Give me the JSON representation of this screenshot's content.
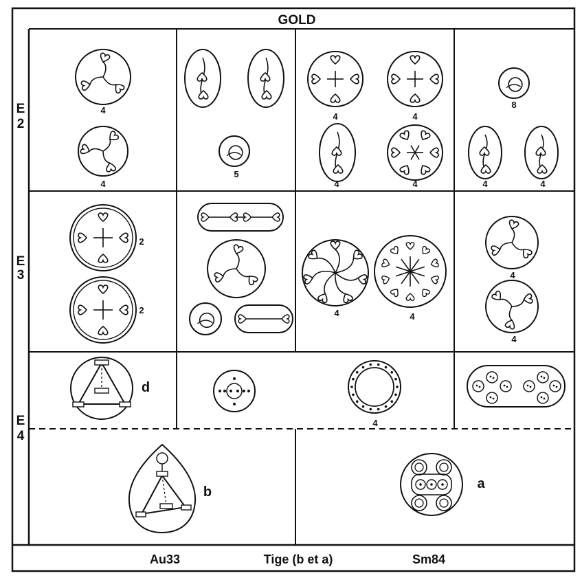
{
  "header": {
    "title": "GOLD"
  },
  "row_labels": {
    "e2": [
      "E",
      "2"
    ],
    "e3": [
      "E",
      "3"
    ],
    "e4": [
      "E",
      "4"
    ]
  },
  "row_e2": {
    "col1": {
      "top_count": "4",
      "bottom_count": "4"
    },
    "col2": {
      "center_count": "5"
    },
    "col3": {
      "top_left_count": "4",
      "top_right_count": "4",
      "bottom_left_count": "4",
      "bottom_right_count": "4"
    },
    "col4": {
      "top_count": "8",
      "bottom_left_count": "4",
      "bottom_right_count": "4"
    }
  },
  "row_e3": {
    "col1": {
      "top_count": "2",
      "bottom_count": "2"
    },
    "col3": {
      "left_count": "4",
      "right_count": "4"
    },
    "col4": {
      "top_count": "4",
      "bottom_count": "4"
    }
  },
  "row_e4": {
    "col1": {
      "label": "d"
    },
    "col3": {
      "count": "4"
    }
  },
  "bottom_row": {
    "left_label": "b",
    "right_label": "a"
  },
  "footer": {
    "left": "Au33",
    "middle": "Tige (b et a)",
    "right": "Sm84"
  }
}
